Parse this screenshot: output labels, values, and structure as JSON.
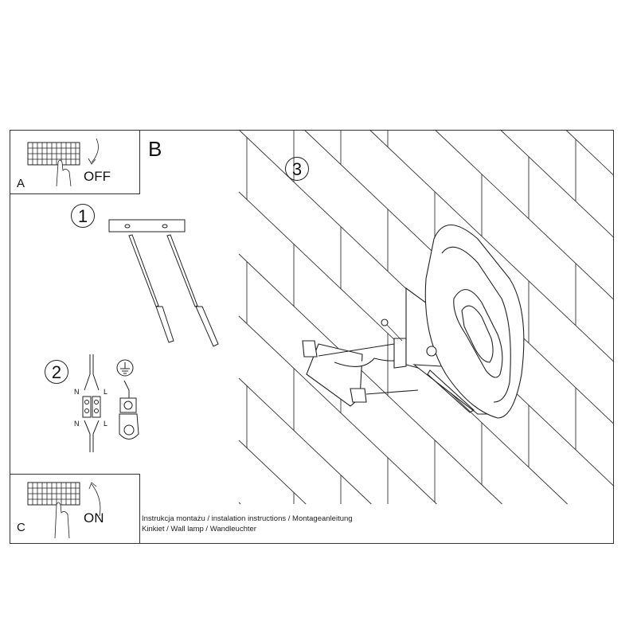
{
  "panel_a": {
    "letter": "A",
    "label": "OFF"
  },
  "panel_b": {
    "letter": "B"
  },
  "steps": {
    "one": "1",
    "two": "2",
    "three": "3"
  },
  "wiring": {
    "n_top": "N",
    "l_top": "L",
    "n_bottom": "N",
    "l_bottom": "L"
  },
  "panel_c": {
    "letter": "C",
    "label": "ON"
  },
  "caption": {
    "line1": "Instrukcja montażu / instalation instructions / Montageanleitung",
    "line2": "Kinkiet / Wall lamp / Wandleuchter"
  }
}
